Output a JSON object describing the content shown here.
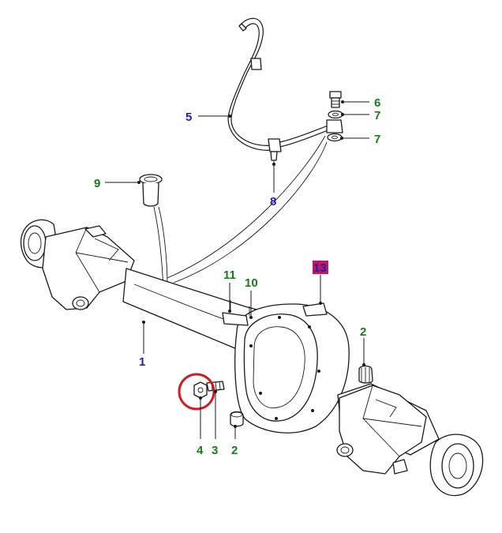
{
  "callouts": [
    {
      "id": "c1",
      "text": "1",
      "color": "#1f1fb4"
    },
    {
      "id": "c2a",
      "text": "2",
      "color": "#1a7a1a"
    },
    {
      "id": "c2b",
      "text": "2",
      "color": "#1a7a1a"
    },
    {
      "id": "c3",
      "text": "3",
      "color": "#1a7a1a"
    },
    {
      "id": "c4",
      "text": "4",
      "color": "#1a7a1a"
    },
    {
      "id": "c5",
      "text": "5",
      "color": "#1f1fb4"
    },
    {
      "id": "c6",
      "text": "6",
      "color": "#1a7a1a"
    },
    {
      "id": "c7a",
      "text": "7",
      "color": "#1a7a1a"
    },
    {
      "id": "c7b",
      "text": "7",
      "color": "#1a7a1a"
    },
    {
      "id": "c8",
      "text": "8",
      "color": "#1f1fb4"
    },
    {
      "id": "c9",
      "text": "9",
      "color": "#1a7a1a"
    },
    {
      "id": "c10",
      "text": "10",
      "color": "#1a7a1a"
    },
    {
      "id": "c11",
      "text": "11",
      "color": "#1a7a1a"
    },
    {
      "id": "c13",
      "text": "13",
      "color": "#1f1fb4"
    }
  ],
  "colors": {
    "line": "#1a1a1a",
    "label_blue": "#1f1fb4",
    "label_green": "#1a7a1a",
    "highlight_box": "#c2185b",
    "circle_marker": "#d01c24"
  }
}
